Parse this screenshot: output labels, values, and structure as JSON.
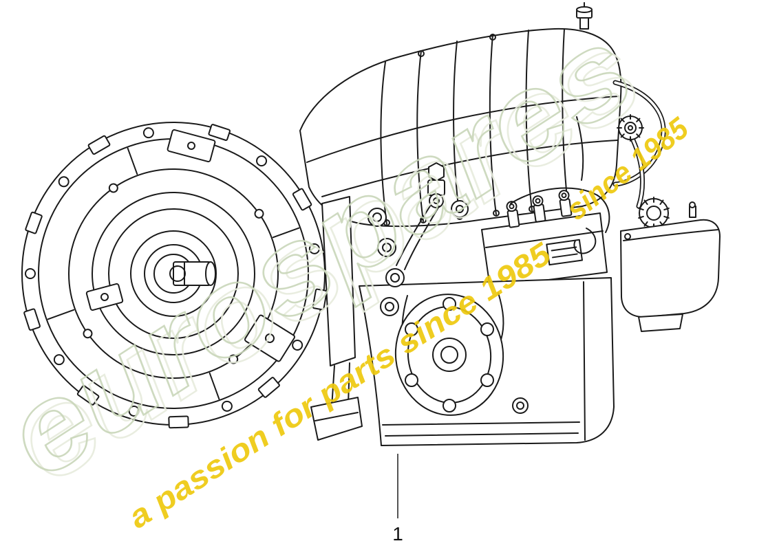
{
  "diagram": {
    "callout": "1"
  },
  "watermark": {
    "brand": "eurospares",
    "slogan": "a passion for parts since 1985",
    "tail": "since 1985",
    "brand_color": "#c9d6ba",
    "brand_shadow_color": "#e7ecdd",
    "slogan_color": "#eec90f"
  },
  "colors": {
    "background": "#ffffff",
    "line": "#1a1a1a"
  }
}
